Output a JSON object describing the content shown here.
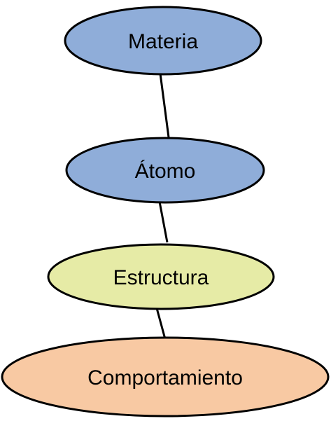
{
  "nodes": [
    {
      "id": "materia",
      "label": "Materia",
      "fill": "#8fadd9"
    },
    {
      "id": "atomo",
      "label": "Átomo",
      "fill": "#8fadd9"
    },
    {
      "id": "estructura",
      "label": "Estructura",
      "fill": "#e6eba6"
    },
    {
      "id": "comportamiento",
      "label": "Comportamiento",
      "fill": "#f8c9a3"
    }
  ],
  "edges": [
    {
      "from": "materia",
      "to": "atomo"
    },
    {
      "from": "atomo",
      "to": "estructura"
    },
    {
      "from": "estructura",
      "to": "comportamiento"
    }
  ]
}
